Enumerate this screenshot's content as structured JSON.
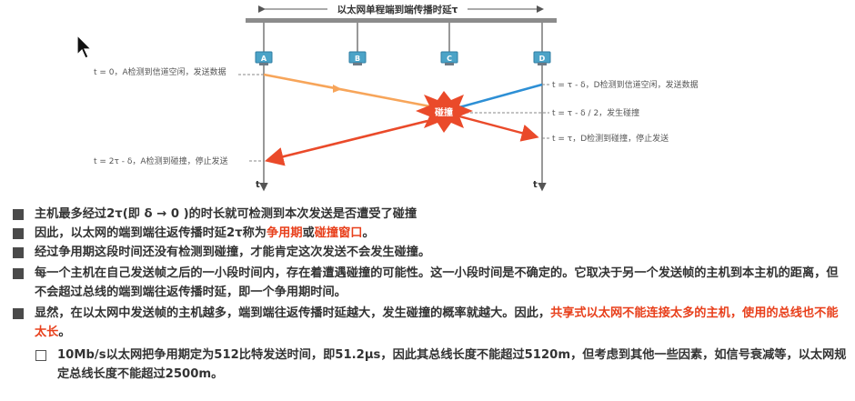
{
  "diagram": {
    "bus_label": "以太网单程端到端传播时延τ",
    "stations": [
      "A",
      "B",
      "C",
      "D"
    ],
    "time_axis_label": "t",
    "collision_label": "碰撞",
    "annotations": {
      "a_send": "t = 0，A检测到信道空闲，发送数据",
      "a_detect": "t = 2τ - δ，A检测到碰撞，停止发送",
      "d_send": "t = τ - δ，D检测到信道空闲，发送数据",
      "collide": "t = τ - δ / 2，发生碰撞",
      "d_detect": "t = τ，D检测到碰撞，停止发送"
    },
    "colors": {
      "a_signal": "#f7a55a",
      "d_signal": "#2d8fd5",
      "collision_signal": "#ea4a2a",
      "bus": "#8c8c8c",
      "station": "#4ba3c7"
    }
  },
  "bullets": [
    {
      "parts": [
        {
          "text": "主机最多经过2τ(即 δ → 0 )的时长就可检测到本次发送是否遭受了碰撞"
        }
      ]
    },
    {
      "parts": [
        {
          "text": "因此，以太网的端到端往返传播时延2τ称为"
        },
        {
          "text": "争用期",
          "highlight": true
        },
        {
          "text": "或"
        },
        {
          "text": "碰撞窗口",
          "highlight": true
        },
        {
          "text": "。"
        }
      ]
    },
    {
      "parts": [
        {
          "text": "经过争用期这段时间还没有检测到碰撞，才能肯定这次发送不会发生碰撞。"
        }
      ]
    },
    {
      "parts": [
        {
          "text": "每一个主机在自己发送帧之后的一小段时间内，存在着遭遇碰撞的可能性。这一小段时间是不确定的。它取决于另一个发送帧的主机到本主机的距离，但不会超过总线的端到端往返传播时延，即一个争用期时间。"
        }
      ]
    },
    {
      "parts": [
        {
          "text": "显然，在以太网中发送帧的主机越多，端到端往返传播时延越大，发生碰撞的概率就越大。因此，"
        },
        {
          "text": "共享式以太网不能连接太多的主机，使用的总线也不能太长",
          "highlight": true
        },
        {
          "text": "。"
        }
      ]
    },
    {
      "sub": true,
      "parts": [
        {
          "text": "10Mb/s以太网把争用期定为512比特发送时间，即51.2μs，因此其总线长度不能超过5120m，但考虑到其他一些因素，如信号衰减等，以太网规定总线长度不能超过2500m。"
        }
      ]
    }
  ]
}
